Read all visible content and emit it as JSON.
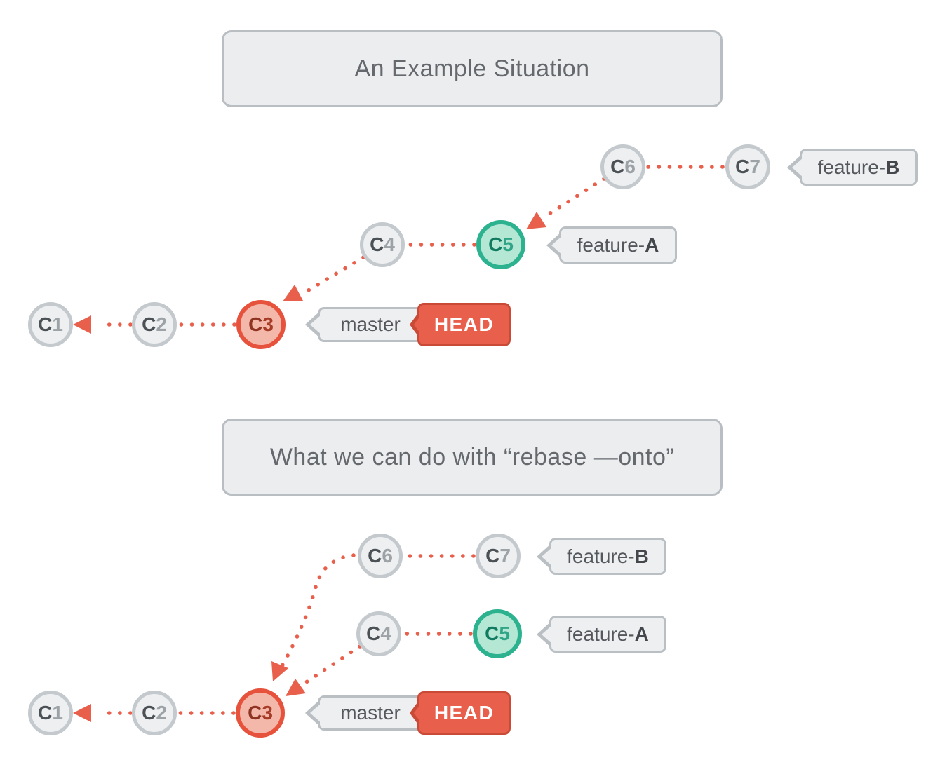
{
  "colors": {
    "accent_red": "#e8604c",
    "accent_red_border": "#c94b37",
    "gray_node_fill": "#edeff1",
    "gray_node_border": "#c4c9cd",
    "gray_node_text": "#4c5156",
    "gray_node_digit": "#9da2a7",
    "green_node_fill": "#b5e8d4",
    "green_node_border": "#2cb28f",
    "red_node_fill": "#f4b8ab",
    "red_node_border": "#e6523c",
    "tag_fill": "#edeff1",
    "tag_border": "#babfc3",
    "title_text": "#65696d"
  },
  "section1": {
    "title": "An Example Situation",
    "nodes": {
      "c1": {
        "prefix": "C",
        "digit": "1"
      },
      "c2": {
        "prefix": "C",
        "digit": "2"
      },
      "c3": {
        "prefix": "C",
        "digit": "3"
      },
      "c4": {
        "prefix": "C",
        "digit": "4"
      },
      "c5": {
        "prefix": "C",
        "digit": "5"
      },
      "c6": {
        "prefix": "C",
        "digit": "6"
      },
      "c7": {
        "prefix": "C",
        "digit": "7"
      }
    },
    "tags": {
      "feature_b": {
        "label": "feature-",
        "bold": "B"
      },
      "feature_a": {
        "label": "feature-",
        "bold": "A"
      },
      "master": {
        "label": "master"
      },
      "head": {
        "label": "HEAD"
      }
    }
  },
  "section2": {
    "title": "What we can do with “rebase —onto”",
    "nodes": {
      "c1": {
        "prefix": "C",
        "digit": "1"
      },
      "c2": {
        "prefix": "C",
        "digit": "2"
      },
      "c3": {
        "prefix": "C",
        "digit": "3"
      },
      "c4": {
        "prefix": "C",
        "digit": "4"
      },
      "c5": {
        "prefix": "C",
        "digit": "5"
      },
      "c6": {
        "prefix": "C",
        "digit": "6"
      },
      "c7": {
        "prefix": "C",
        "digit": "7"
      }
    },
    "tags": {
      "feature_b": {
        "label": "feature-",
        "bold": "B"
      },
      "feature_a": {
        "label": "feature-",
        "bold": "A"
      },
      "master": {
        "label": "master"
      },
      "head": {
        "label": "HEAD"
      }
    }
  }
}
